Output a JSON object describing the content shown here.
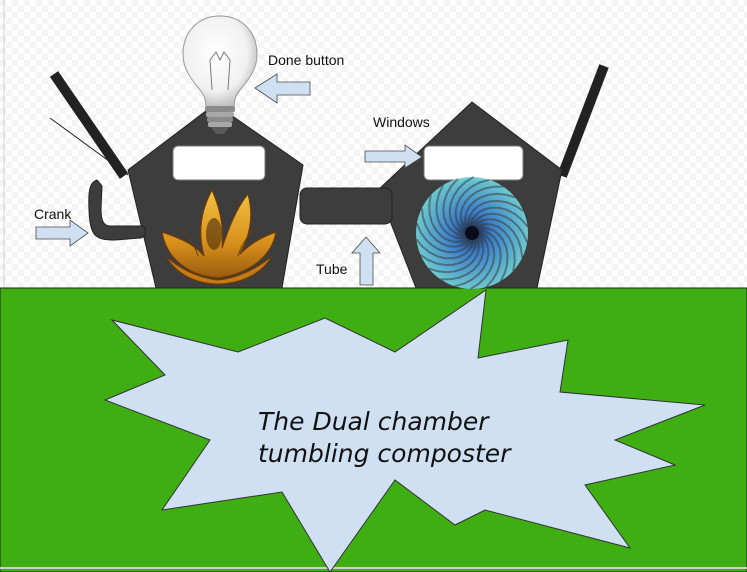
{
  "labels": {
    "done_button": "Done button",
    "windows": "Windows",
    "crank": "Crank",
    "tube": "Tube"
  },
  "title": {
    "line1": "The Dual chamber",
    "line2": "tumbling composter"
  },
  "colors": {
    "ground": "#3fae12",
    "chamber": "#3d3d3d",
    "burst": "#cfe0f3",
    "arrow": "#cfe0f3"
  },
  "icons": [
    "lightbulb-icon",
    "lotus-icon",
    "spiral-icon"
  ]
}
